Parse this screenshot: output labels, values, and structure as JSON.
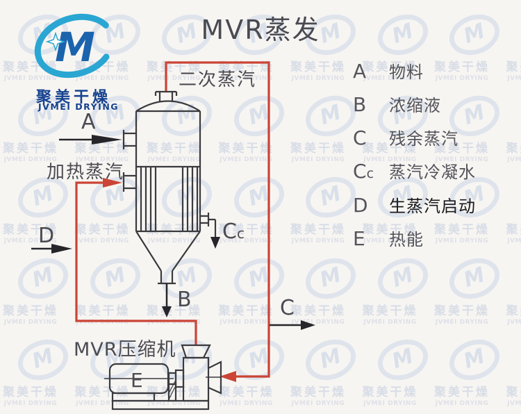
{
  "header": {
    "title": "MVR蒸发"
  },
  "logo": {
    "monogram": "M",
    "name_cn": "聚美干燥",
    "name_en": "JVMEI DRYING",
    "colors": {
      "swoosh_cyan": "#2aa6d2",
      "monogram_blue": "#1b63ad",
      "text_navy": "#15418f"
    }
  },
  "diagram": {
    "labels": {
      "secondary_steam": "二次蒸汽",
      "heating_steam": "加热蒸汽",
      "compressor": "MVR压缩机",
      "stream_a": "A",
      "stream_b": "B",
      "stream_c": "C",
      "stream_cc_main": "C",
      "stream_cc_sub": "c",
      "stream_d": "D",
      "stream_e": "E"
    },
    "colors": {
      "pipe_red": "#cb4435",
      "line_dark": "#3a3a3e"
    }
  },
  "legend": {
    "items": [
      {
        "key_main": "A",
        "key_sub": "",
        "label": "物料"
      },
      {
        "key_main": "B",
        "key_sub": "",
        "label": "浓缩液"
      },
      {
        "key_main": "C",
        "key_sub": "",
        "label": "残余蒸汽"
      },
      {
        "key_main": "C",
        "key_sub": "c",
        "label": "蒸汽冷凝水"
      },
      {
        "key_main": "D",
        "key_sub": "",
        "label": "生蒸汽启动"
      },
      {
        "key_main": "E",
        "key_sub": "",
        "label": "热能"
      }
    ]
  },
  "watermark": {
    "line1": "聚美干燥",
    "line2": "JVMEI DRYING",
    "monogram": "M"
  }
}
